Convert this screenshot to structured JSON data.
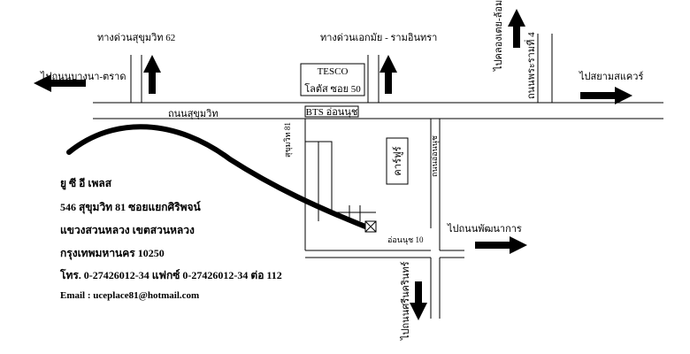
{
  "roads": {
    "sukhumvit_62": "ทางด่วนสุขุมวิท 62",
    "ekkamai_ramintra": "ทางด่วนเอกมัย - รามอินทรา",
    "to_bangna_trat": "ไปถนนบางนา-ตราด",
    "to_klong_toei": "ไปคลองเตย-ล้อม",
    "phra_ram_4": "ถนนพระรามที่ 4",
    "to_siam_square": "ไปสยามสแควร์",
    "sukhumvit_road": "ถนนสุขุมวิท",
    "soi_81": "สุขุมวิท 81",
    "on_nut_road": "ถนนอ่อนนุช",
    "on_nut_10": "อ่อนนุช 10",
    "to_phatthanakan": "ไปถนนพัฒนาการ",
    "to_srinakarin": "ไปถนนศรีนครินทร์"
  },
  "landmarks": {
    "tesco_title": "TESCO",
    "tesco_sub": "โลตัส ซอย 50",
    "bts": "BTS อ่อนนุช",
    "carrefour": "คาร์ฟูร์"
  },
  "address": {
    "name": "ยู ซี อี เพลส",
    "line1": "546 สุขุมวิท 81  ซอยแยกศิริพจน์",
    "line2": "แขวงสวนหลวง  เขตสวนหลวง",
    "line3": "กรุงเทพมหานคร    10250",
    "phone": "โทร. 0-27426012-34   แฟกซ์ 0-27426012-34 ต่อ 112",
    "email": "Email :  uceplace81@hotmail.com"
  }
}
